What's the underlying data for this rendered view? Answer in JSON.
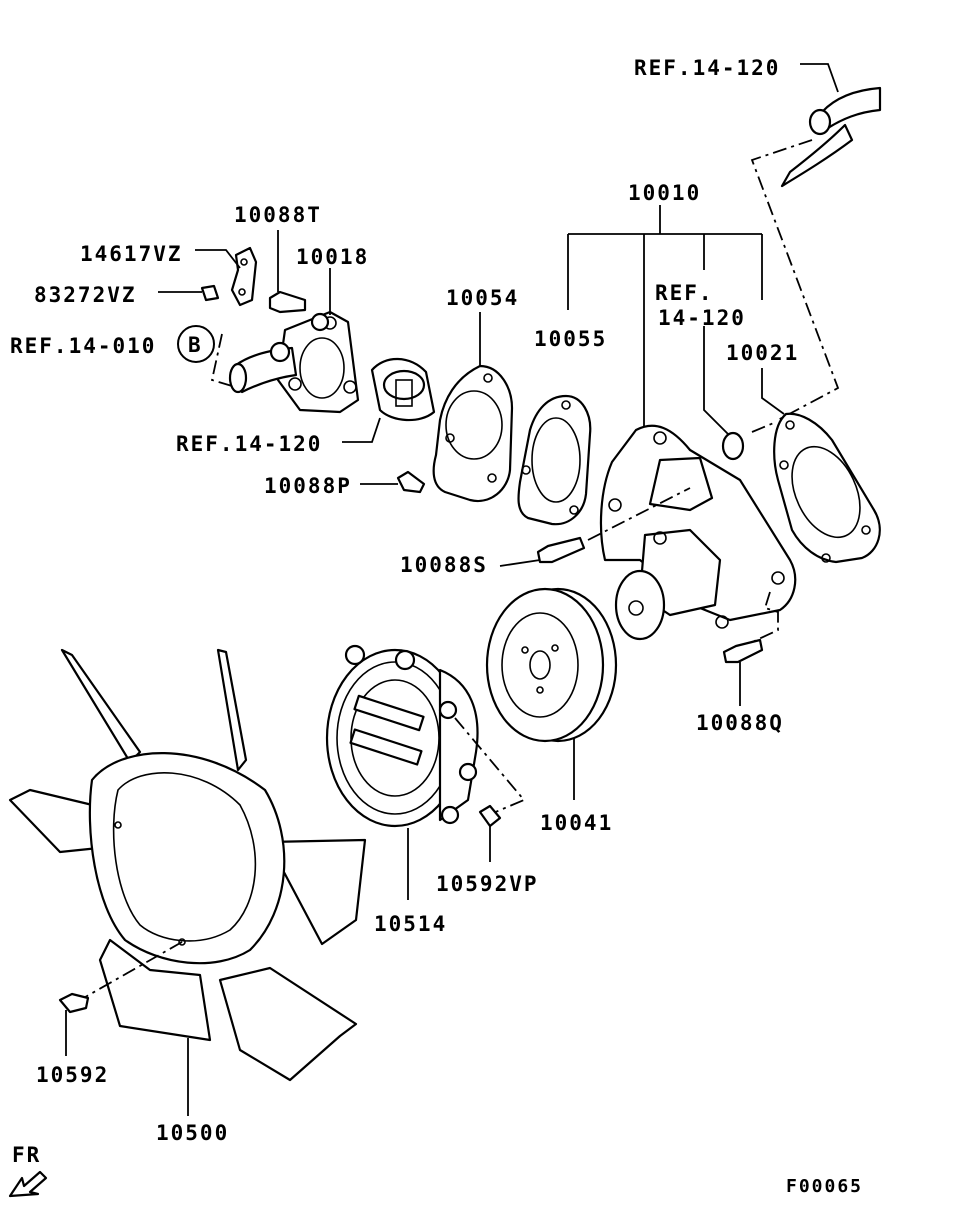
{
  "labels": {
    "ref_14_120_top": "REF.14-120",
    "p10010": "10010",
    "p10088T": "10088T",
    "p14617VZ": "14617VZ",
    "p10018": "10018",
    "p83272VZ": "83272VZ",
    "p10054": "10054",
    "ref_14_010": "REF.14-010",
    "circle_b": "B",
    "p10055": "10055",
    "ref_line1": "REF.",
    "ref_line2": "14-120",
    "p10021": "10021",
    "ref_14_120_mid": "REF.14-120",
    "p10088P": "10088P",
    "p10088S": "10088S",
    "p10088Q": "10088Q",
    "p10041": "10041",
    "p10592VP": "10592VP",
    "p10514": "10514",
    "p10592": "10592",
    "p10500": "10500",
    "fr": "FR",
    "figure_code": "F00065"
  },
  "colors": {
    "line": "#000000",
    "background": "#ffffff"
  }
}
